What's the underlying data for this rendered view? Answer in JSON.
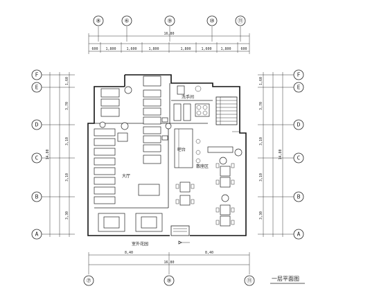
{
  "top_grid": [
    "⑧",
    "⑥",
    "⑨",
    "⑩",
    "⑪"
  ],
  "bottom_grid": [
    "⑦",
    "⑨",
    "⑪"
  ],
  "side_grid": [
    "F",
    "E",
    "D",
    "C",
    "B",
    "A"
  ],
  "top_dims": {
    "overall": "16,80",
    "chain": [
      "600",
      "1,800",
      "1,600",
      "1,800",
      "1,800",
      "1,600",
      "1,800",
      "600"
    ]
  },
  "bottom_dims": {
    "chain": [
      "8,40",
      "8,40"
    ],
    "overall": "16,80"
  },
  "left_dims": {
    "overall": "14,80",
    "chain": [
      "1,60",
      "3,70",
      "3,10",
      "3,10",
      "3,30"
    ]
  },
  "right_dims": {
    "overall": "14,80",
    "chain": [
      "1,60",
      "3,70",
      "3,10",
      "3,10",
      "3,30"
    ]
  },
  "rooms": {
    "kitchen": "洗手间",
    "bar": "吧台",
    "hall_left": "大厅",
    "hall_right": "散座区",
    "outdoor": "室外花园"
  },
  "plan_title": "一层平面图"
}
